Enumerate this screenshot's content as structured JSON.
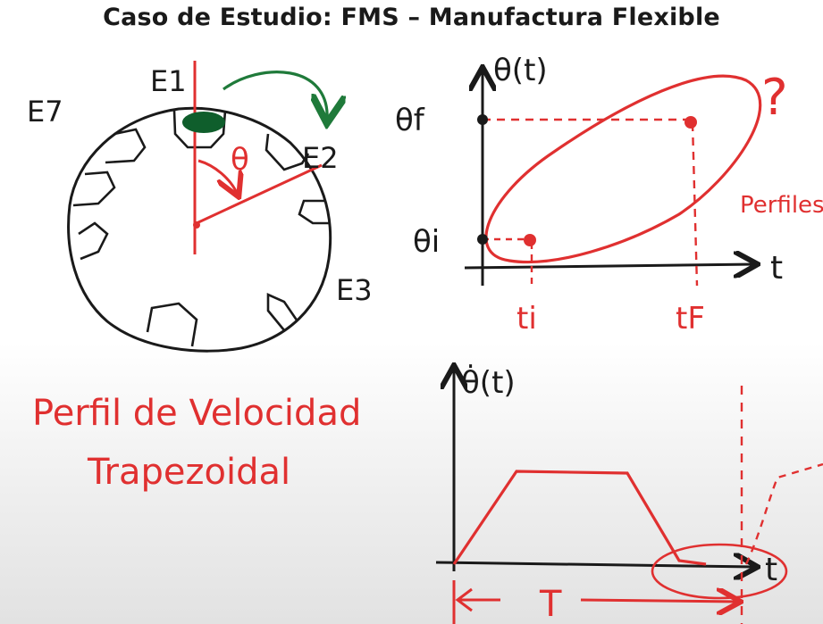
{
  "slide": {
    "title": "Caso de Estudio: FMS – Manufactura Flexible"
  },
  "wheel": {
    "stations": [
      "E1",
      "E2",
      "E3",
      "E7"
    ],
    "angle_label": "θ"
  },
  "position_plot": {
    "y_axis_label": "θ(t)",
    "x_axis_label": "t",
    "theta_f": "θf",
    "theta_i": "θi",
    "t_i": "ti",
    "t_f": "tF",
    "question_mark": "?",
    "profiles_note": "Perfiles"
  },
  "velocity_plot": {
    "y_axis_label": "θ̇(t)",
    "x_axis_label": "t",
    "period_label": "T"
  },
  "note": {
    "line1": "Perfil de Velocidad",
    "line2": "Trapezoidal"
  },
  "colors": {
    "ink": "#1a1a1a",
    "red": "#e03030",
    "green": "#1f7a3a",
    "green_blob": "#0f5e2c"
  }
}
